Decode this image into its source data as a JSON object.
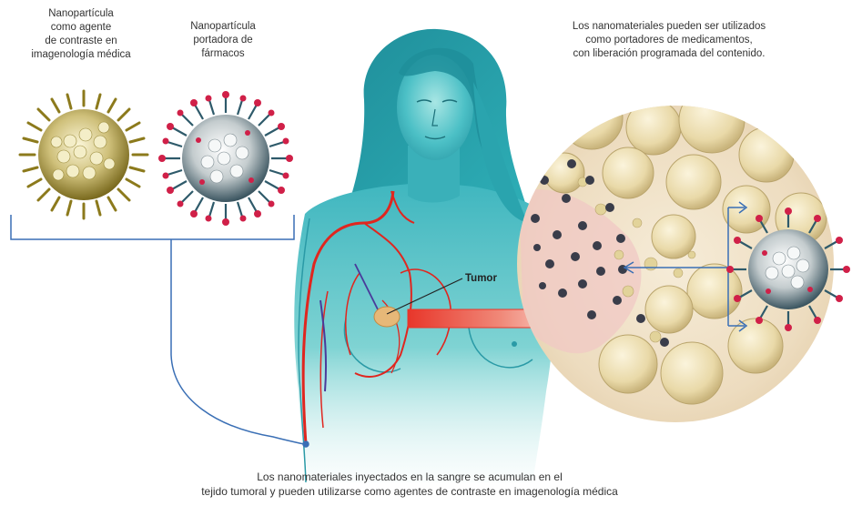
{
  "labels": {
    "contrast_particle": [
      "Nanopartícula",
      "como agente",
      "de contraste en",
      "imagenología médica"
    ],
    "carrier_particle": [
      "Nanopartícula",
      "portadora de",
      "fármacos"
    ],
    "release_note": [
      "Los nanomateriales pueden ser utilizados",
      "como portadores de medicamentos,",
      "con liberación programada del contenido."
    ],
    "tumor": "Tumor",
    "caption": [
      "Los nanomateriales inyectados en la sangre se acumulan en el",
      "tejido tumoral y pueden utilizarse como agentes de contraste en imagenología médica"
    ]
  },
  "colors": {
    "skin": "#3fb6bf",
    "skin_light": "#9ddfe0",
    "hair": "#2a9aa6",
    "vessel": "#e0261f",
    "vein": "#4a3a9a",
    "connector": "#3a6fb5",
    "arrow": "#e8362a",
    "tumor": "#e6b878",
    "contrast_particle": "#b4a63a",
    "carrier_spike": "#d02048",
    "carrier_core": "#e9ecec",
    "tissue_cell": "#e9dcb0",
    "tissue_bg": "#f1e6d2",
    "tissue_pink": "#f0c8c4",
    "dot_dark": "#3a3d4a"
  },
  "icons": [
    "contrast-nanoparticle-icon",
    "carrier-nanoparticle-icon",
    "woman-silhouette-icon",
    "tissue-magnification-icon",
    "release-arrow-icon"
  ]
}
